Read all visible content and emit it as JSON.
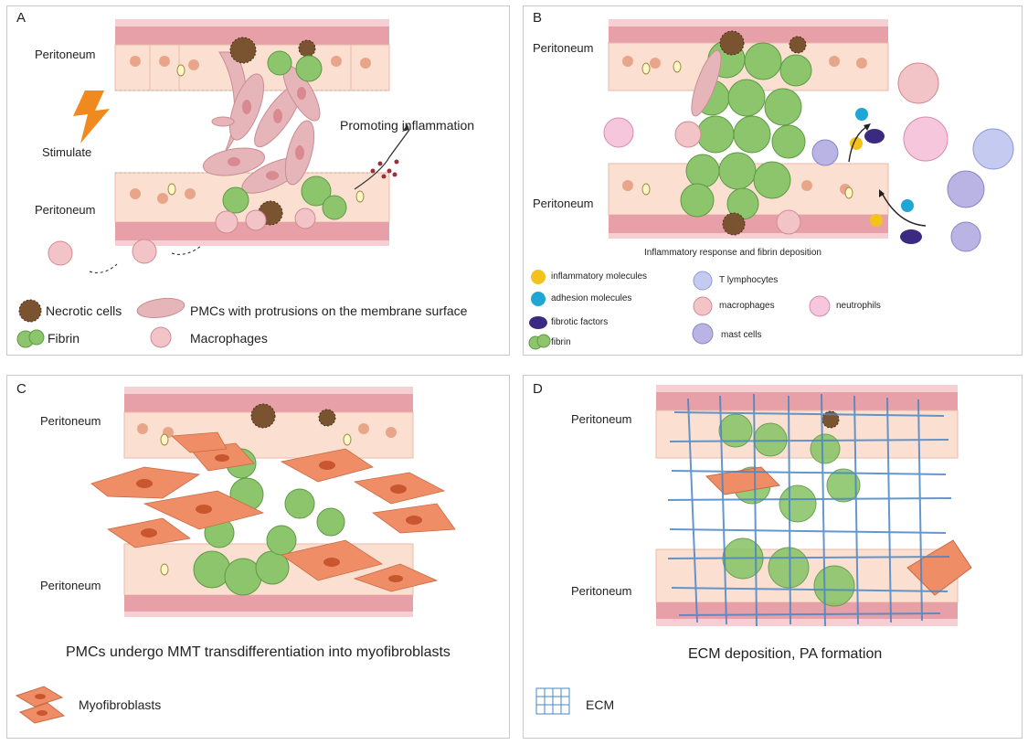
{
  "panels": {
    "a": {
      "letter": "A",
      "top_layer_label": "Peritoneum",
      "bottom_layer_label": "Peritoneum",
      "stimulate": "Stimulate",
      "arrow_caption": "Promoting inflammation",
      "legend": {
        "necrotic": "Necrotic cells",
        "pmcs": "PMCs with protrusions on the membrane surface",
        "fibrin": "Fibrin",
        "macrophages": "Macrophages"
      }
    },
    "b": {
      "letter": "B",
      "top_layer_label": "Peritoneum",
      "bottom_layer_label": "Peritoneum",
      "caption": "Inflammatory response and fibrin deposition",
      "legend": {
        "inflammatory": "inflammatory molecules",
        "adhesion": "adhesion molecules",
        "fibrotic": "fibrotic factors",
        "fibrin": "fibrin",
        "t_lymphocytes": "T lymphocytes",
        "macrophages": "macrophages",
        "neutrophils": "neutrophils",
        "mast_cells": "mast cells"
      }
    },
    "c": {
      "letter": "C",
      "top_layer_label": "Peritoneum",
      "bottom_layer_label": "Peritoneum",
      "caption": "PMCs undergo MMT transdifferentiation into myofibroblasts",
      "legend": {
        "myofibroblasts": "Myofibroblasts"
      }
    },
    "d": {
      "letter": "D",
      "top_layer_label": "Peritoneum",
      "bottom_layer_label": "Peritoneum",
      "caption": "ECM deposition, PA formation",
      "legend": {
        "ecm": "ECM"
      }
    }
  },
  "colors": {
    "membrane": "#e8a0a8",
    "membrane_light": "#f5cfd2",
    "cell": "#fbe0d2",
    "nucleus": "#e9a58a",
    "fibrin": "#8cc56b",
    "necrotic": "#7a5330",
    "pmc": "#e6b5b9",
    "myofibroblast": "#ef8d66",
    "ecm": "#4a86c5",
    "inflammatory": "#f3c21d",
    "adhesion": "#1ea7d4",
    "fibrotic": "#3c2a82",
    "lightning": "#f08a1e"
  }
}
